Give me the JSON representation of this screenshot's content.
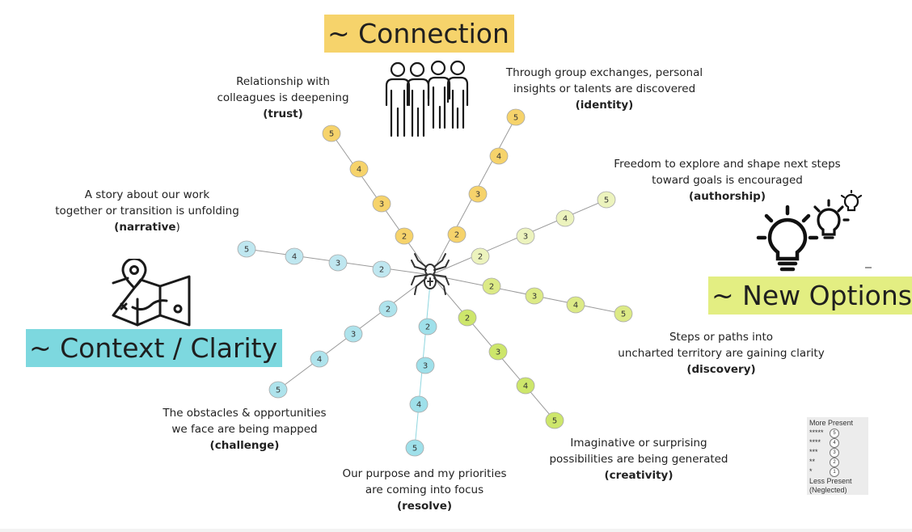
{
  "categories": {
    "connection": {
      "label": "~ Connection",
      "color": "#f6d36b"
    },
    "new_options": {
      "label": "~ New Options",
      "color": "#e3ee82"
    },
    "context_clarity": {
      "label": "~ Context / Clarity",
      "color": "#7dd8df"
    }
  },
  "dimensions": {
    "trust": {
      "text": [
        "Relationship with",
        "colleagues is deepening"
      ],
      "keyword": "(trust)"
    },
    "identity": {
      "text": [
        "Through group exchanges, personal",
        "insights or talents are discovered"
      ],
      "keyword": "(identity)"
    },
    "authorship": {
      "text": [
        "Freedom to explore and shape next steps",
        "toward goals is encouraged"
      ],
      "keyword": "(authorship)"
    },
    "narrative": {
      "text": [
        "A story about our work",
        "together or transition is unfolding"
      ],
      "keyword": "(narrative",
      "keyword_suffix": ")"
    },
    "discovery": {
      "text": [
        "Steps or paths into",
        "uncharted territory are gaining clarity"
      ],
      "keyword": "(discovery)"
    },
    "challenge": {
      "text": [
        "The obstacles & opportunities",
        "we face are being mapped"
      ],
      "keyword": "(challenge)"
    },
    "creativity": {
      "text": [
        "Imaginative or surprising",
        "possibilities are being generated"
      ],
      "keyword": "(creativity)"
    },
    "resolve": {
      "text": [
        "Our purpose and my priorities",
        "are coming into focus"
      ],
      "keyword": "(resolve)"
    }
  },
  "spokes": [
    {
      "name": "trust",
      "color": "#f6d36b",
      "nodes": [
        "2",
        "3",
        "4",
        "5"
      ]
    },
    {
      "name": "identity",
      "color": "#f6d36b",
      "nodes": [
        "2",
        "3",
        "4",
        "5"
      ]
    },
    {
      "name": "authorship",
      "color": "#ecf3bd",
      "nodes": [
        "2",
        "3",
        "4",
        "5"
      ]
    },
    {
      "name": "discovery",
      "color": "#dcea86",
      "nodes": [
        "2",
        "3",
        "4",
        "5"
      ]
    },
    {
      "name": "creativity",
      "color": "#cde66b",
      "nodes": [
        "2",
        "3",
        "4",
        "5"
      ]
    },
    {
      "name": "resolve",
      "color": "#9fe0ea",
      "nodes": [
        "2",
        "3",
        "4",
        "5"
      ]
    },
    {
      "name": "challenge",
      "color": "#aee3ec",
      "nodes": [
        "2",
        "3",
        "4",
        "5"
      ]
    },
    {
      "name": "narrative",
      "color": "#bfe7f0",
      "nodes": [
        "2",
        "3",
        "4",
        "5"
      ]
    }
  ],
  "legend": {
    "header": "More  Present",
    "rows": [
      {
        "stars": "*****",
        "value": "5"
      },
      {
        "stars": "****",
        "value": "4"
      },
      {
        "stars": "***",
        "value": "3"
      },
      {
        "stars": "**",
        "value": "2"
      },
      {
        "stars": "*",
        "value": "1"
      }
    ],
    "footer1": "Less Present",
    "footer2": "(Neglected)"
  },
  "icons": {
    "center": "spider-icon",
    "connection": "people-group-icon",
    "new_options": "light-bulbs-icon",
    "context_clarity": "map-pin-icon"
  }
}
